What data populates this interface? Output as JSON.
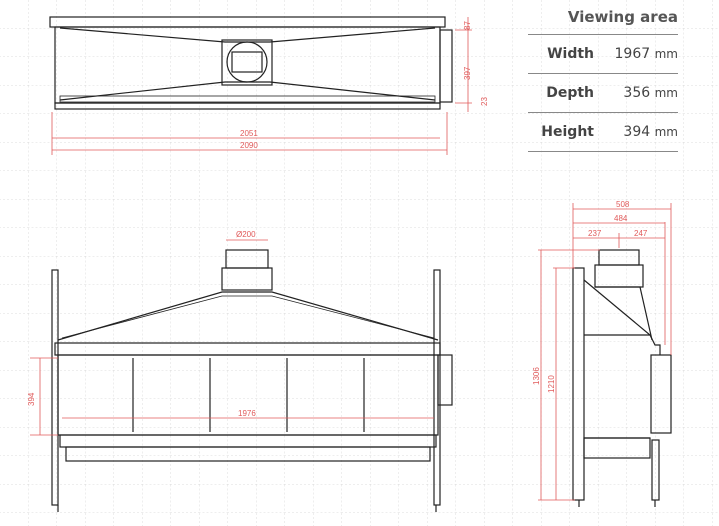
{
  "viewing_area": {
    "title": "Viewing area",
    "rows": [
      {
        "label": "Width",
        "value": "1967",
        "unit": "mm"
      },
      {
        "label": "Depth",
        "value": "356",
        "unit": "mm"
      },
      {
        "label": "Height",
        "value": "394",
        "unit": "mm"
      }
    ]
  },
  "top_view": {
    "dims": {
      "d87": "87",
      "d397": "397",
      "d23": "23",
      "d2051": "2051",
      "d2090": "2090"
    }
  },
  "front_view": {
    "dims": {
      "flue": "Ø200",
      "d394": "394",
      "d1976": "1976"
    }
  },
  "side_view": {
    "dims": {
      "d508": "508",
      "d484": "484",
      "d237": "237",
      "d247": "247",
      "d1306": "1306",
      "d1210": "1210"
    }
  },
  "colors": {
    "dimension": "#e05a5a",
    "line": "#222222",
    "grid": "#d0d0d0"
  }
}
